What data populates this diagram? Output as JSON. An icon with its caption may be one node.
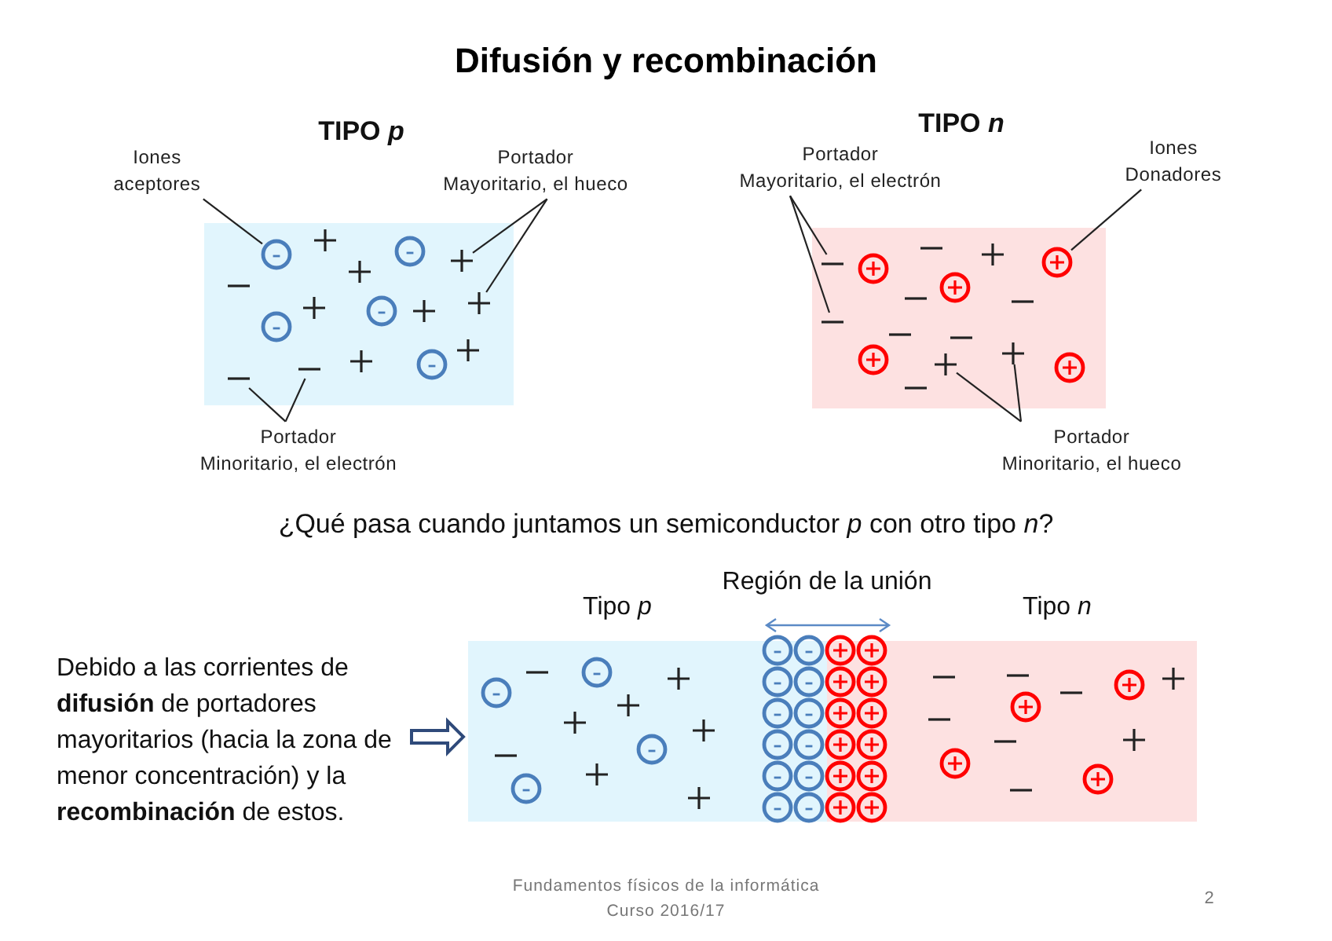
{
  "diagram": {
    "title": "Difusión y recombinación",
    "nodes": [
      {
        "text": [
          "TIPO *p*"
        ]
      },
      {
        "text": [
          "Iones aceptores"
        ]
      },
      {
        "text": [
          "Portador Mayoritario, el hueco"
        ]
      },
      {
        "text": [],
        "shape": "circle",
        "in": 0
      },
      {
        "text": [],
        "shape": "cross",
        "in": 0
      },
      {
        "text": [],
        "shape": "cross",
        "in": 0
      },
      {
        "text": [
          "Portador Minoritario, el electrón"
        ]
      },
      {
        "text": [],
        "shape": "bar",
        "in": 0
      },
      {
        "text": [],
        "shape": "bar",
        "in": 0
      },
      {
        "text": [
          "TIPO *n*"
        ]
      },
      {
        "text": [
          "Portador Mayoritario, el electrón"
        ]
      },
      {
        "text": [
          "Iones Donadores"
        ]
      },
      {
        "text": [],
        "shape": "bar",
        "in": 9
      },
      {
        "text": [],
        "shape": "bar",
        "in": 9
      },
      {
        "text": [],
        "shape": "circle",
        "in": 9
      },
      {
        "text": [
          "Portador Minoritario, el hueco"
        ]
      },
      {
        "text": [],
        "shape": "cross",
        "in": 9
      },
      {
        "text": [],
        "shape": "cross",
        "in": 9
      },
      {
        "text": [
          "Debido a las corrientes de **difusión** de portadores mayoritarios (hacia la zona de menor concentración) y la **recombinación** de estos."
        ]
      },
      {
        "text": [
          "Tipo *p*"
        ]
      },
      {
        "text": [
          "Región de la unión"
        ]
      },
      {
        "text": [
          "Tipo *n*"
        ]
      }
    ],
    "edges": [
      {
        "from": 1,
        "to": 3,
        "arrow": "none"
      },
      {
        "from": 2,
        "to": 4,
        "arrow": "none"
      },
      {
        "from": 2,
        "to": 5,
        "arrow": "none"
      },
      {
        "from": 6,
        "to": 7,
        "arrow": "none"
      },
      {
        "from": 6,
        "to": 8,
        "arrow": "none"
      },
      {
        "from": 10,
        "to": 12,
        "arrow": "none"
      },
      {
        "from": 10,
        "to": 13,
        "arrow": "none"
      },
      {
        "from": 11,
        "to": 14,
        "arrow": "none"
      },
      {
        "from": 15,
        "to": 16,
        "arrow": "none"
      },
      {
        "from": 15,
        "to": 17,
        "arrow": "none"
      },
      {
        "from": 18,
        "to": 19,
        "arrow": "to",
        "style": "thick"
      }
    ],
    "labels": [
      "¿Qué pasa cuando juntamos un semiconductor *p* con otro tipo *n*?",
      "Fundamentos físicos de la informática",
      "Curso 2016/17",
      "2"
    ]
  }
}
